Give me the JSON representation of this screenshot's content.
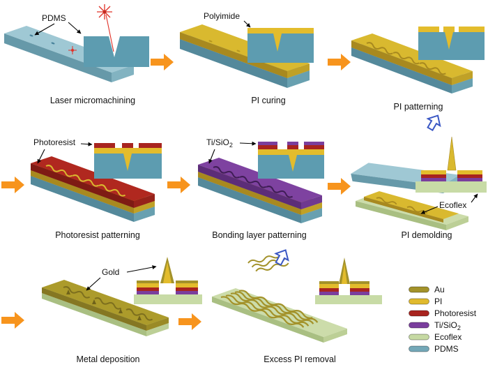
{
  "figure": {
    "steps": [
      {
        "caption": "Laser micromachining",
        "label": "PDMS"
      },
      {
        "caption": "PI curing",
        "label": "Polyimide"
      },
      {
        "caption": "PI patterning"
      },
      {
        "caption": "Photoresist patterning",
        "label": "Photoresist"
      },
      {
        "caption": "Bonding layer patterning",
        "label_main": "Ti/SiO",
        "label_sub": "2"
      },
      {
        "caption": "PI demolding",
        "label": "Ecoflex"
      },
      {
        "caption": "Metal deposition",
        "label": "Gold"
      },
      {
        "caption": "Excess PI removal"
      }
    ],
    "legend": {
      "items": [
        {
          "label": "Au",
          "color": "#a3922a"
        },
        {
          "label": "PI",
          "color": "#e0ba2e"
        },
        {
          "label": "Photoresist",
          "color": "#a8241f"
        },
        {
          "label_main": "Ti/SiO",
          "label_sub": "2",
          "color": "#7a3e9d"
        },
        {
          "label": "Ecoflex",
          "color": "#c6d9a3"
        },
        {
          "label": "PDMS",
          "color": "#74a8b8"
        }
      ]
    },
    "colors": {
      "flow_arrow": "#f7941d",
      "peel_arrow": "#3a57c4",
      "laser": "#e03127"
    }
  }
}
